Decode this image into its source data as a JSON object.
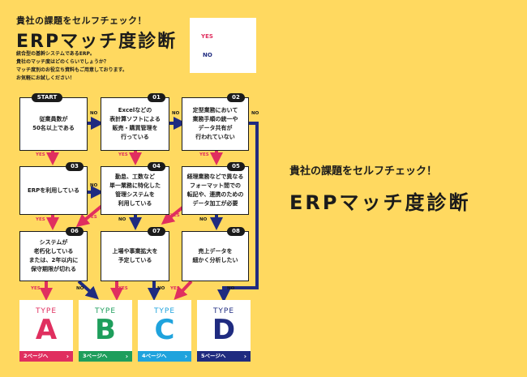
{
  "header": {
    "subtitle": "貴社の課題をセルフチェック！",
    "title": "ERPマッチ度診断",
    "intro": [
      "統合型の基幹システムであるERP。",
      "貴社のマッチ度はどのくらいでしょうか？",
      "マッチ度別のお役立ち資料もご用意しております。",
      "お気軽にお試しください！"
    ]
  },
  "legend": {
    "yes": "YES",
    "no": "NO",
    "yes_color": "#E02F5F",
    "no_color": "#1F2B80"
  },
  "nodes": {
    "start": {
      "tag": "START",
      "text": "従業員数が\n50名以上である"
    },
    "n01": {
      "tag": "01",
      "text": "Excelなどの\n表計算ソフトによる\n販売・購買管理を\n行っている"
    },
    "n02": {
      "tag": "02",
      "text": "定型業務において\n業務手順の統一や\nデータ共有が\n行われていない"
    },
    "n03": {
      "tag": "03",
      "text": "ERPを利用している"
    },
    "n04": {
      "tag": "04",
      "text": "勤怠、工数など\n単一業務に特化した\n管理システムを\n利用している"
    },
    "n05": {
      "tag": "05",
      "text": "経理業務などで異なる\nフォーマット間での\n転記や、連携のための\nデータ加工が必要"
    },
    "n06": {
      "tag": "06",
      "text": "システムが\n老朽化している\nまたは、2年以内に\n保守期限が切れる"
    },
    "n07": {
      "tag": "07",
      "text": "上場や事業拡大を\n予定している"
    },
    "n08": {
      "tag": "08",
      "text": "売上データを\n細かく分析したい"
    }
  },
  "labels": {
    "yes": "YES",
    "no": "NO"
  },
  "types": [
    {
      "label": "TYPE",
      "letter": "A",
      "page": "2ページへ",
      "color": "#E02F5F"
    },
    {
      "label": "TYPE",
      "letter": "B",
      "page": "3ページへ",
      "color": "#1E9E5C"
    },
    {
      "label": "TYPE",
      "letter": "C",
      "page": "4ページへ",
      "color": "#1FA3DD"
    },
    {
      "label": "TYPE",
      "letter": "D",
      "page": "5ページへ",
      "color": "#1F2B80"
    }
  ],
  "right": {
    "subtitle": "貴社の課題をセルフチェック！",
    "title": "ERPマッチ度診断"
  }
}
